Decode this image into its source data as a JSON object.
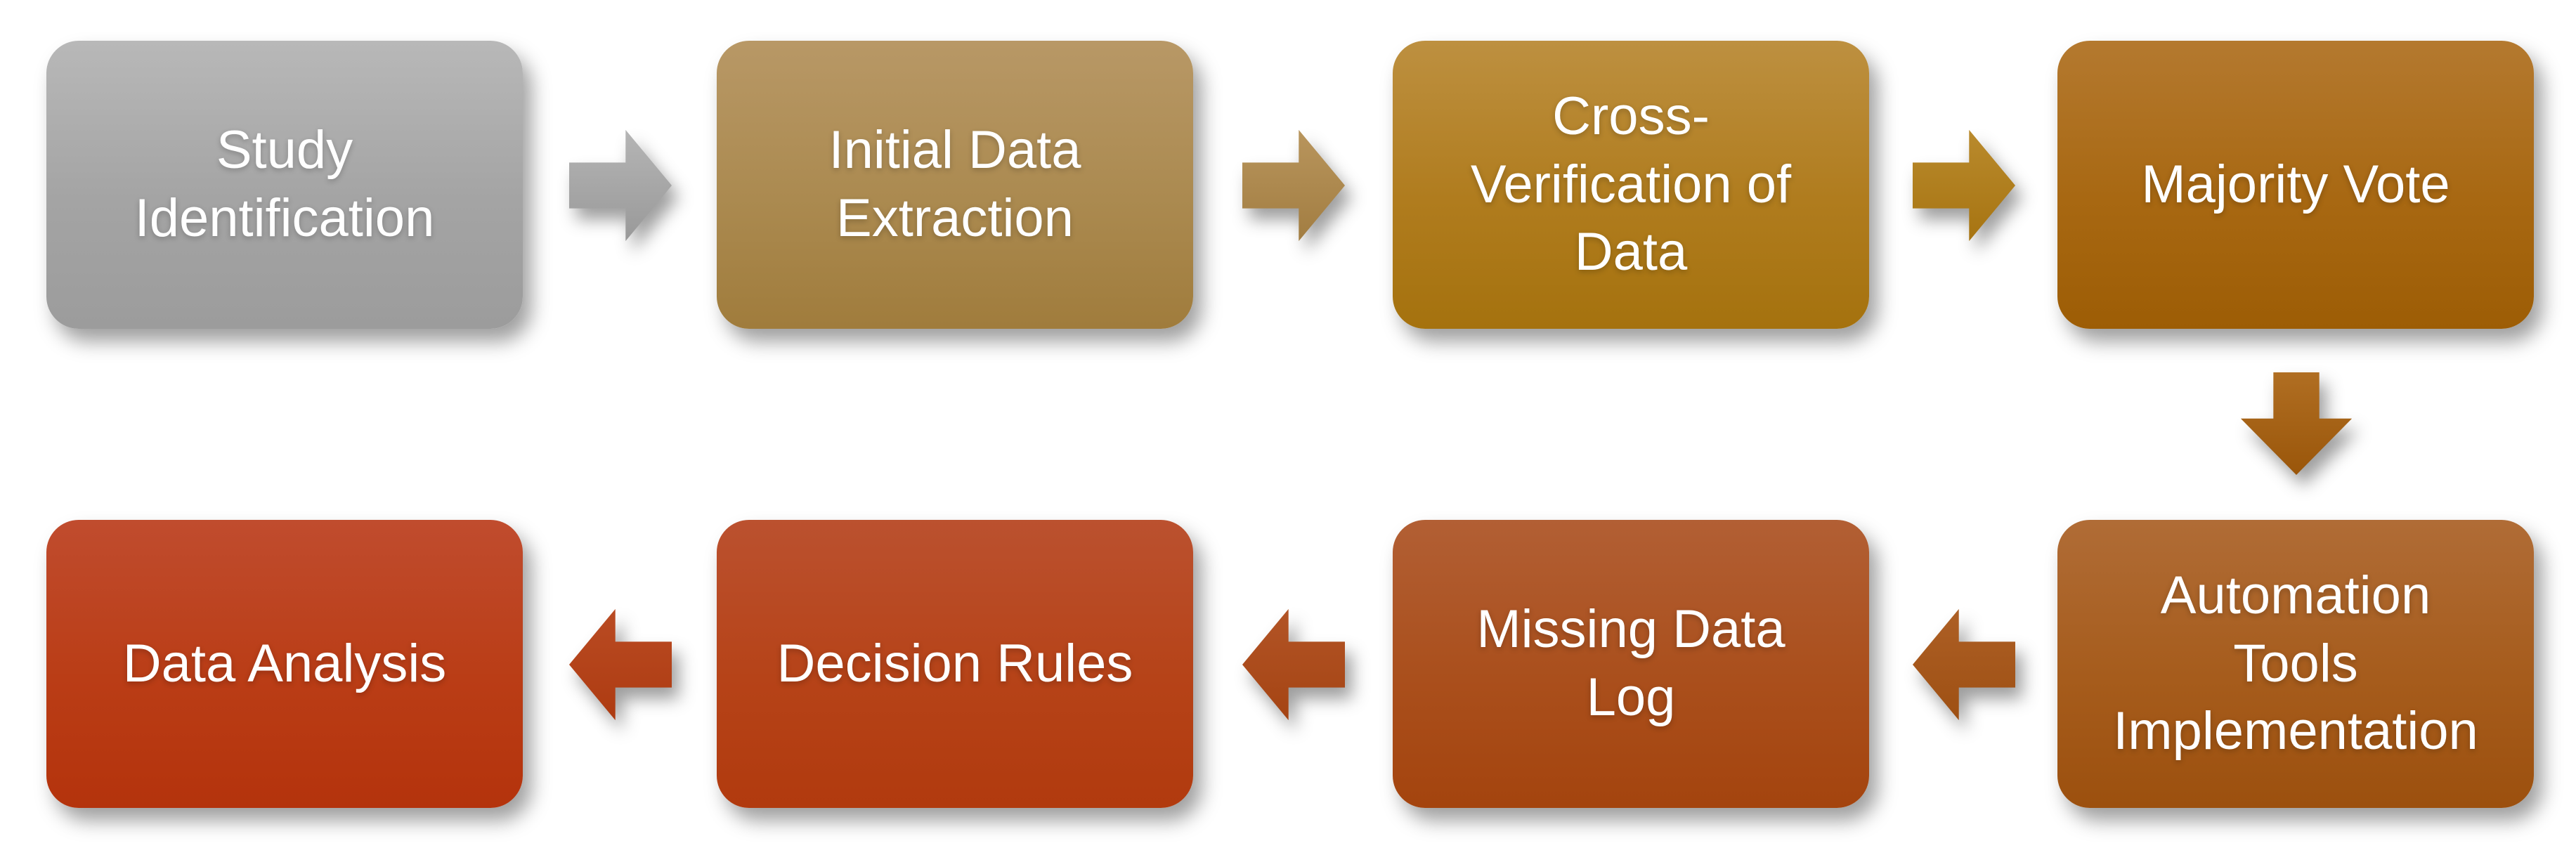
{
  "diagram": {
    "type": "flowchart",
    "background_color": "#ffffff",
    "text_color": "#ffffff",
    "nodes": [
      {
        "label": "Study Identification",
        "fill_top": "#b8b8b8",
        "fill_bottom": "#9c9c9c",
        "row": 1,
        "col": 1
      },
      {
        "label": "Initial Data Extraction",
        "fill_top": "#b89866",
        "fill_bottom": "#a07c3c",
        "row": 1,
        "col": 2
      },
      {
        "label": "Cross-Verification of Data",
        "fill_top": "#bd9040",
        "fill_bottom": "#a5720e",
        "row": 1,
        "col": 3
      },
      {
        "label": "Majority Vote",
        "fill_top": "#b4792f",
        "fill_bottom": "#9d5d05",
        "row": 1,
        "col": 4
      },
      {
        "label": "Automation Tools Implementation",
        "fill_top": "#b06c36",
        "fill_bottom": "#9c500e",
        "row": 2,
        "col": 4
      },
      {
        "label": "Missing Data Log",
        "fill_top": "#b25f34",
        "fill_bottom": "#a4440e",
        "row": 2,
        "col": 3
      },
      {
        "label": "Decision Rules",
        "fill_top": "#bb512f",
        "fill_bottom": "#b13a0e",
        "row": 2,
        "col": 2
      },
      {
        "label": "Data Analysis",
        "fill_top": "#c04c2e",
        "fill_bottom": "#b4330c",
        "row": 2,
        "col": 1
      }
    ],
    "connectors": [
      {
        "from": "Study Identification",
        "to": "Initial Data Extraction",
        "direction": "right",
        "color": "#a6a6a6"
      },
      {
        "from": "Initial Data Extraction",
        "to": "Cross-Verification of Data",
        "direction": "right",
        "color": "#ad8a4f"
      },
      {
        "from": "Cross-Verification of Data",
        "to": "Majority Vote",
        "direction": "right",
        "color": "#b07c1a"
      },
      {
        "from": "Majority Vote",
        "to": "Automation Tools Implementation",
        "direction": "down",
        "color": "#a56214"
      },
      {
        "from": "Automation Tools Implementation",
        "to": "Missing Data Log",
        "direction": "left",
        "color": "#a5571c"
      },
      {
        "from": "Missing Data Log",
        "to": "Decision Rules",
        "direction": "left",
        "color": "#ab4c1c"
      },
      {
        "from": "Decision Rules",
        "to": "Data Analysis",
        "direction": "left",
        "color": "#b4431a"
      }
    ]
  }
}
